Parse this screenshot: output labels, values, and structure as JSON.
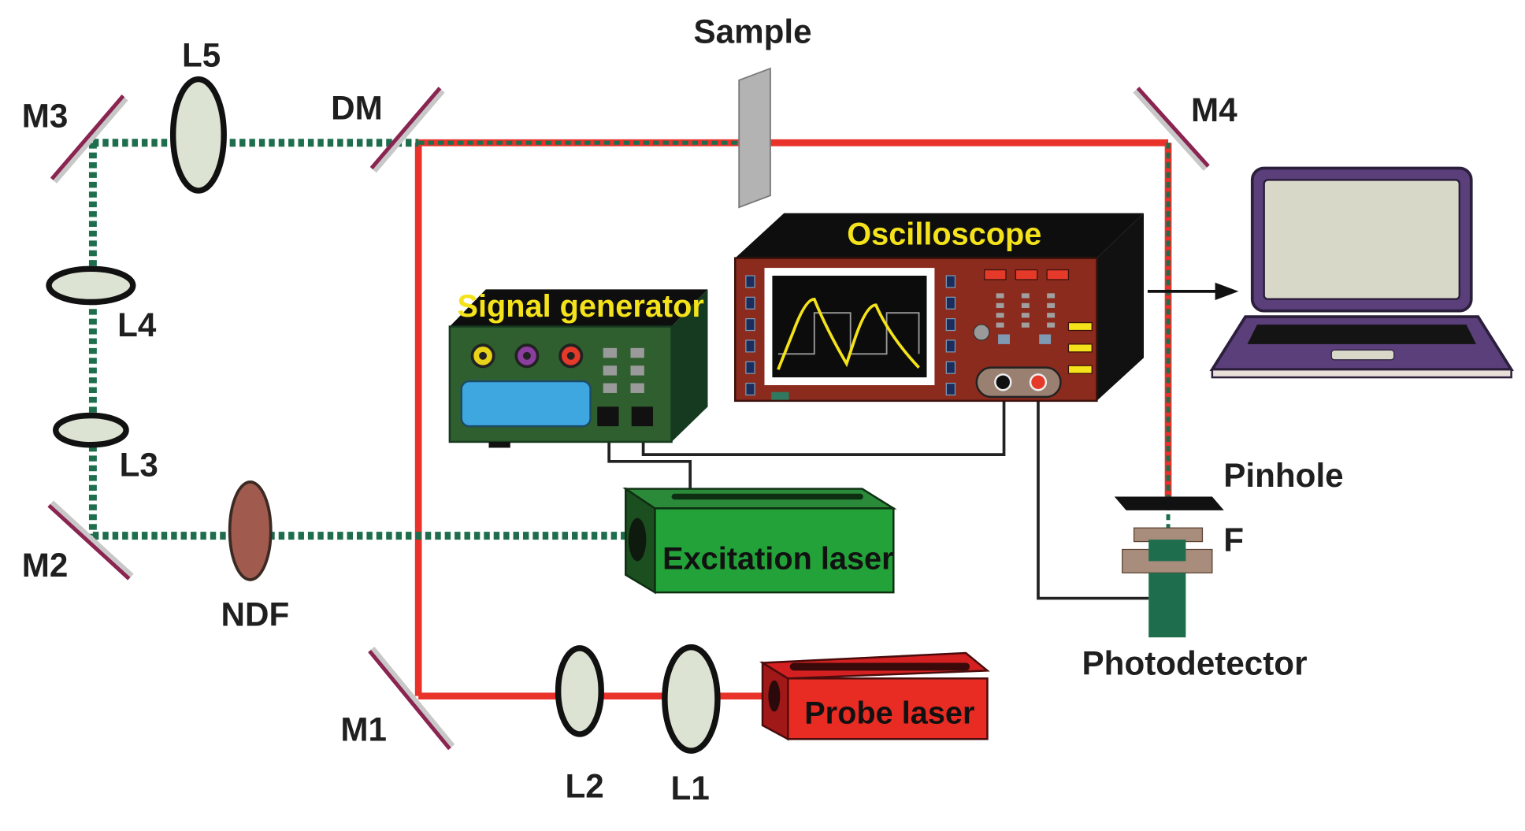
{
  "labels": {
    "sample": "Sample",
    "l5": "L5",
    "m3": "M3",
    "dm": "DM",
    "m4": "M4",
    "l4": "L4",
    "l3": "L3",
    "m2": "M2",
    "ndf": "NDF",
    "m1": "M1",
    "l2": "L2",
    "l1": "L1",
    "pinhole": "Pinhole",
    "f": "F",
    "photodetector": "Photodetector"
  },
  "devices": {
    "oscilloscope": "Oscilloscope",
    "signal_generator": "Signal generator",
    "excitation_laser": "Excitation laser",
    "probe_laser": "Probe laser"
  },
  "colors": {
    "probe_beam": "#e8322a",
    "excitation_beam": "#1e6e4e",
    "mirror": "#8a2450",
    "device_label": "#f4e21a",
    "laptop": "#5a3f7a"
  }
}
